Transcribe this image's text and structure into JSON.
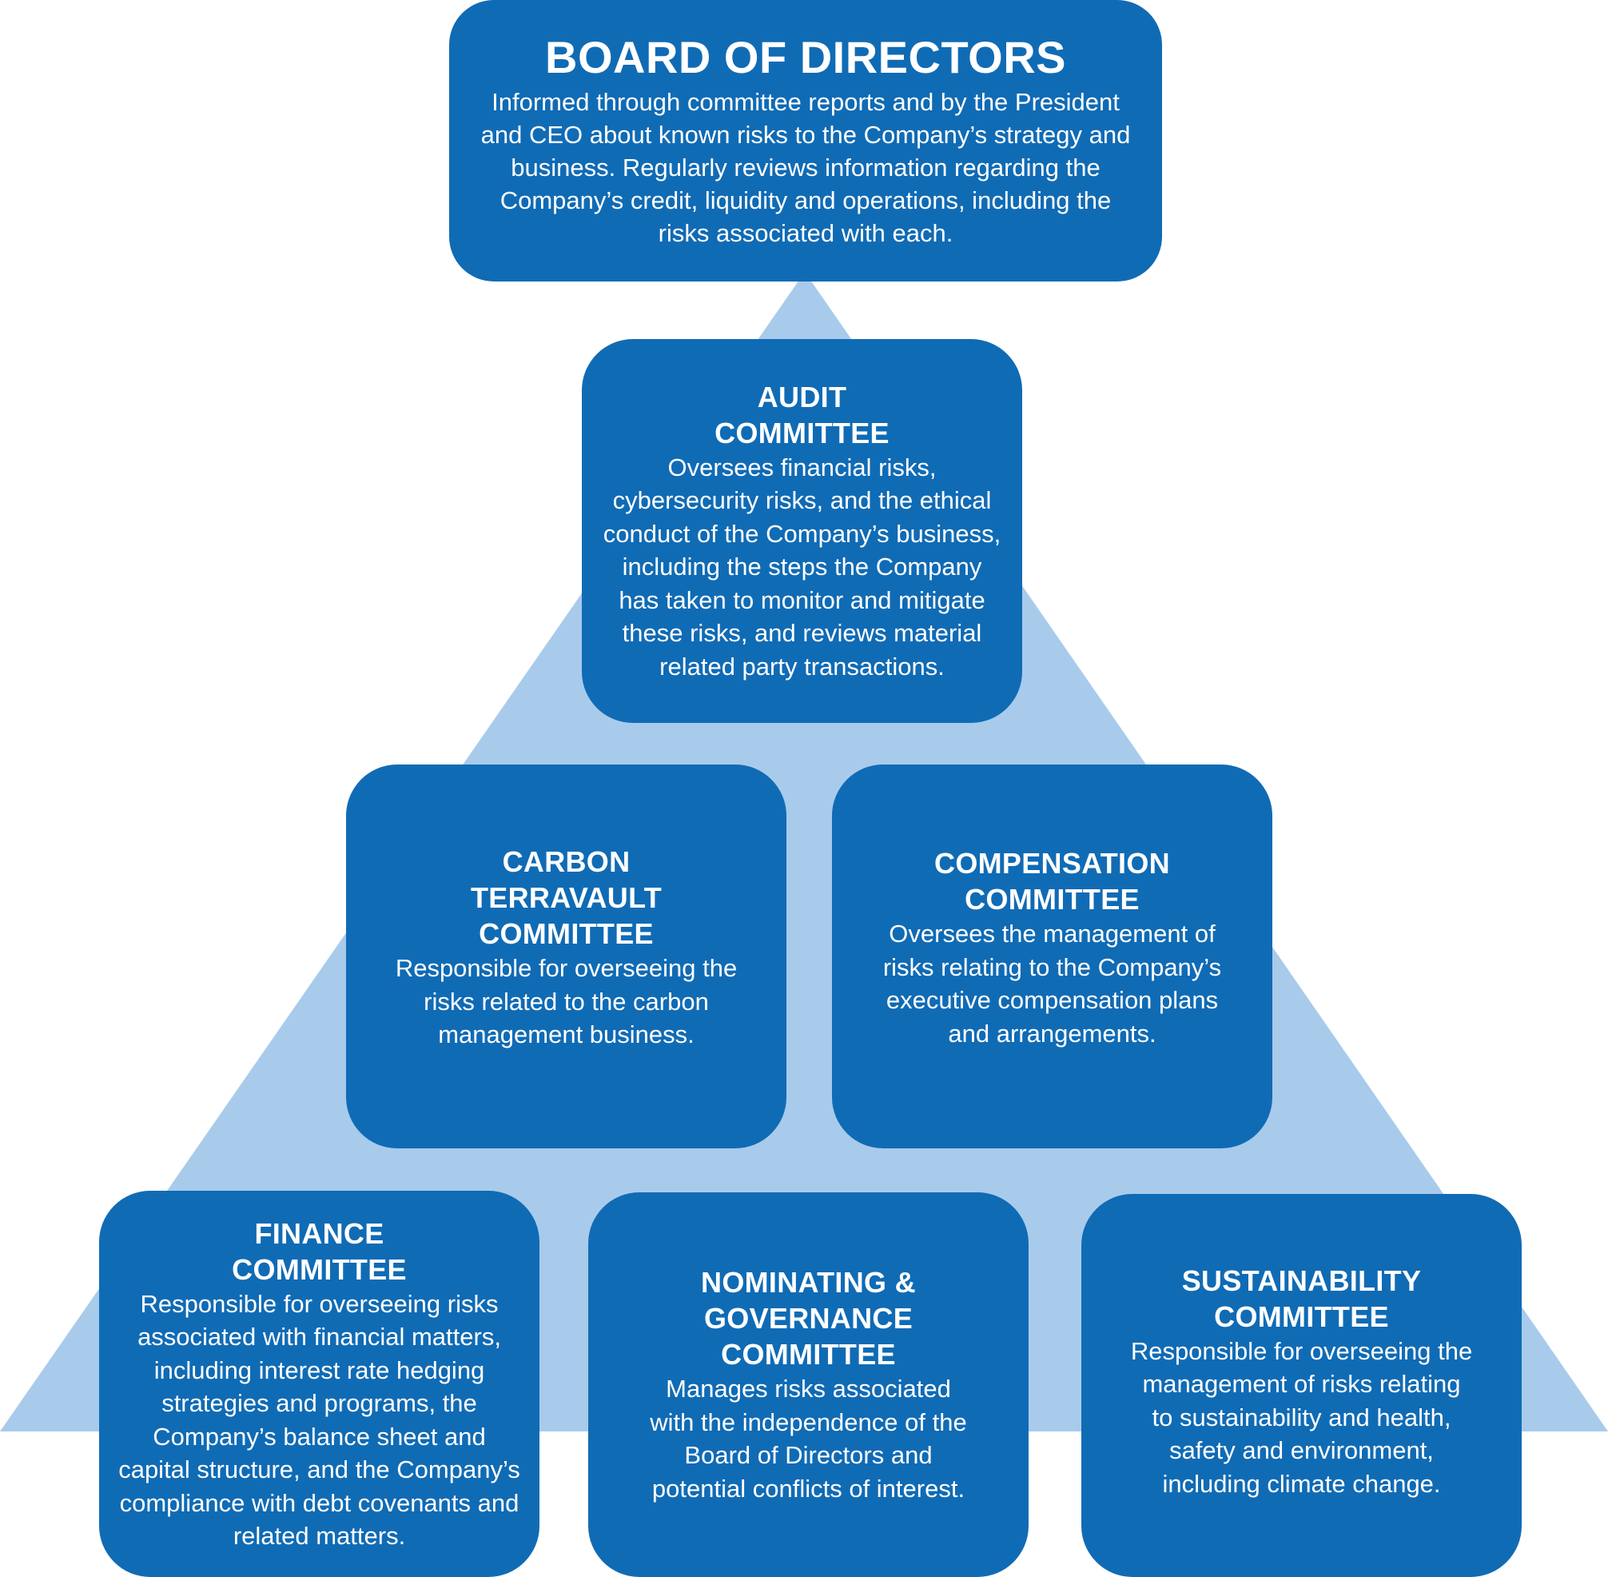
{
  "colors": {
    "box_fill": "#106bb5",
    "pyramid_fill": "#a8cbec",
    "text": "#ffffff"
  },
  "board": {
    "title": "BOARD OF DIRECTORS",
    "description": "Informed through committee reports and by the President and CEO about known risks to the Company’s strategy and business. Regularly reviews information regarding the Company’s credit, liquidity and operations, including the risks associated with each."
  },
  "committees": {
    "audit": {
      "title": "AUDIT COMMITTEE",
      "description": "Oversees financial risks, cybersecurity risks, and the ethical conduct of the Company’s business, including the steps the Company has taken to monitor and mitigate these risks, and reviews material related party transactions."
    },
    "carbon": {
      "title": "CARBON TERRAVAULT COMMITTEE",
      "description": "Responsible for overseeing the risks related to the carbon management business."
    },
    "compensation": {
      "title": "COMPENSATION COMMITTEE",
      "description": "Oversees the management of risks relating to the Company’s executive compensation plans and arrangements."
    },
    "finance": {
      "title": "FINANCE COMMITTEE",
      "description": "Responsible for overseeing risks associated with financial matters, including interest rate hedging strategies and programs, the Company’s balance sheet and capital structure, and the Company’s compliance with debt covenants and related matters."
    },
    "nominating": {
      "title": "NOMINATING & GOVERNANCE COMMITTEE",
      "description": "Manages risks associated with the independence of the Board of Directors and potential conflicts of interest."
    },
    "sustainability": {
      "title": "SUSTAINABILITY COMMITTEE",
      "description": "Responsible for overseeing the management of risks relating to sustainability and health, safety and environment, including climate change."
    }
  }
}
